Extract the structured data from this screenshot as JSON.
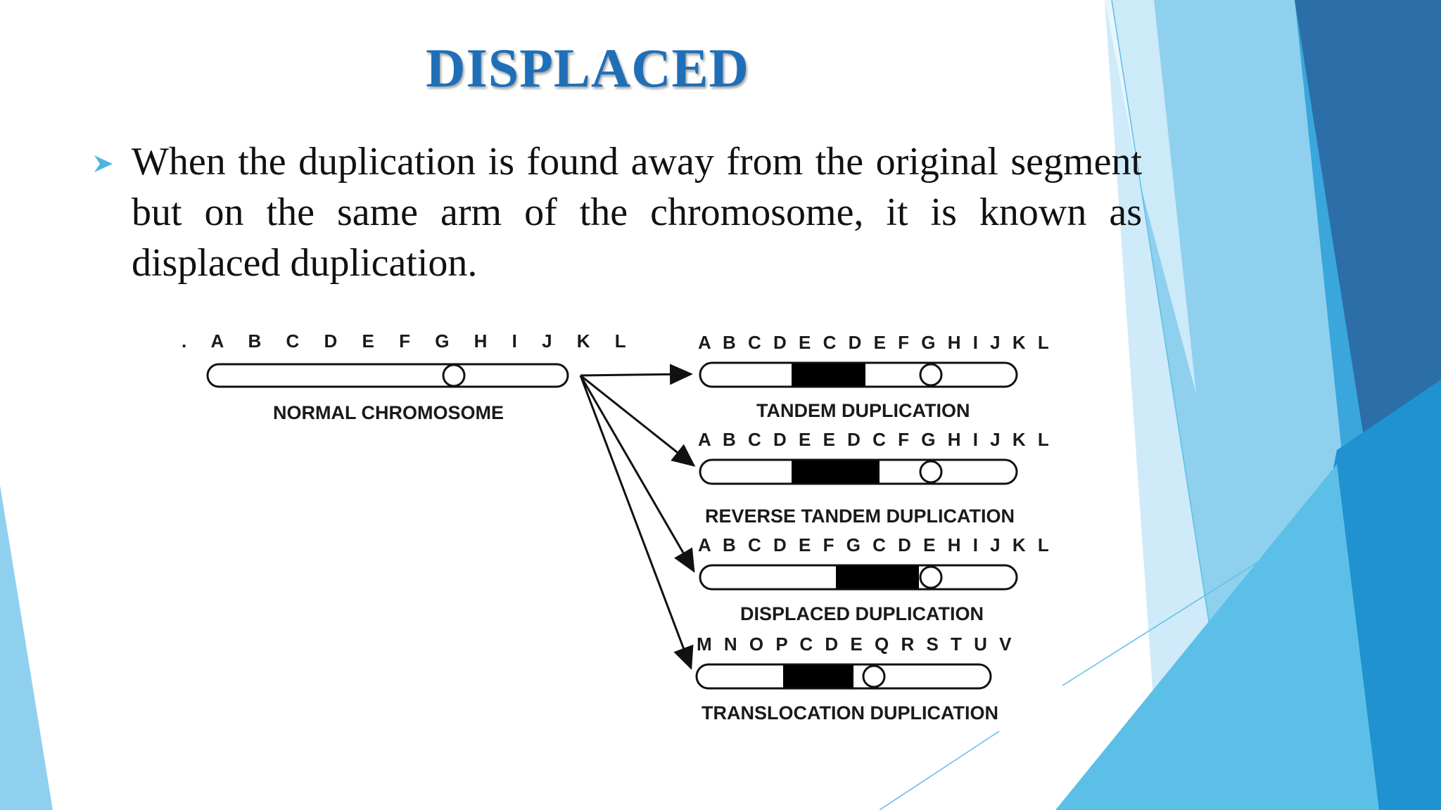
{
  "slide": {
    "title": "DISPLACED",
    "bullet": "When the duplication is found away from the original segment but on the same arm of the chromosome, it is known as displaced duplication."
  },
  "diagram": {
    "normal": {
      "letters": ". A B C D E F G H I J K L",
      "caption": "NORMAL CHROMOSOME"
    },
    "variants": [
      {
        "letters": "A B C D E C D E F G H I J K L",
        "caption": "TANDEM DUPLICATION"
      },
      {
        "letters": "A B C D E E D C F G H I J K L",
        "caption": "REVERSE  TANDEM DUPLICATION"
      },
      {
        "letters": "A B C D E F G C D E H I J K L",
        "caption": "DISPLACED DUPLICATION"
      },
      {
        "letters": "M N O P C D E Q R S T U V",
        "caption": "TRANSLOCATION DUPLICATION"
      }
    ]
  },
  "colors": {
    "title": "#1f6fb8",
    "bullet_arrow": "#4fb3e0",
    "decor_light": "#8fd0ef",
    "decor_mid": "#3aa6dc",
    "decor_dark": "#2b6ea8"
  }
}
